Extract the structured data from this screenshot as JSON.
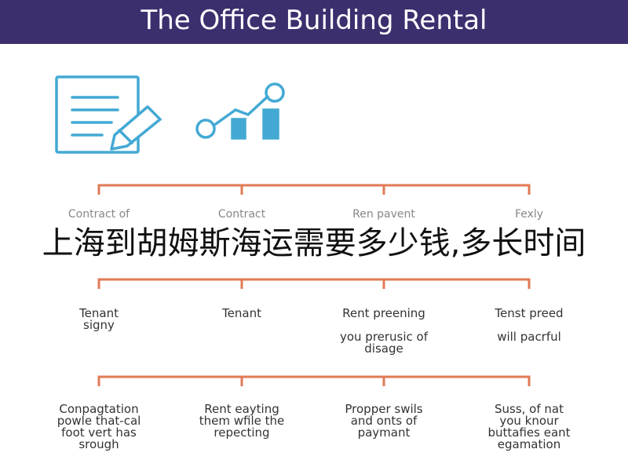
{
  "header": {
    "title": "The Office Building Rental"
  },
  "icons": {
    "document": "document-pencil-icon",
    "growth": "bar-chart-trend-icon",
    "accent_color": "#43a9d4",
    "connector_color": "#e07a55"
  },
  "rows": [
    [
      "Contract of",
      "Contract",
      "Ren pavent",
      "Fexly"
    ],
    [
      "Tenant\nsigny",
      "Tenant",
      "Rent preening\n\nyou prerusic of\ndisage",
      "Tenst preed\n\nwill pacrful"
    ],
    [
      "Conpagtation\npowle that-cal\nfoot vert has\nsrough",
      "Rent eayting\nthem wfile the\nrepecting",
      "Propper swils\nand onts of\npaymant",
      "Suss, of nat\nyou knour\nbuttafies eant\negamation"
    ]
  ],
  "overlay_text": "上海到胡姆斯海运需要多少钱,多长时间"
}
